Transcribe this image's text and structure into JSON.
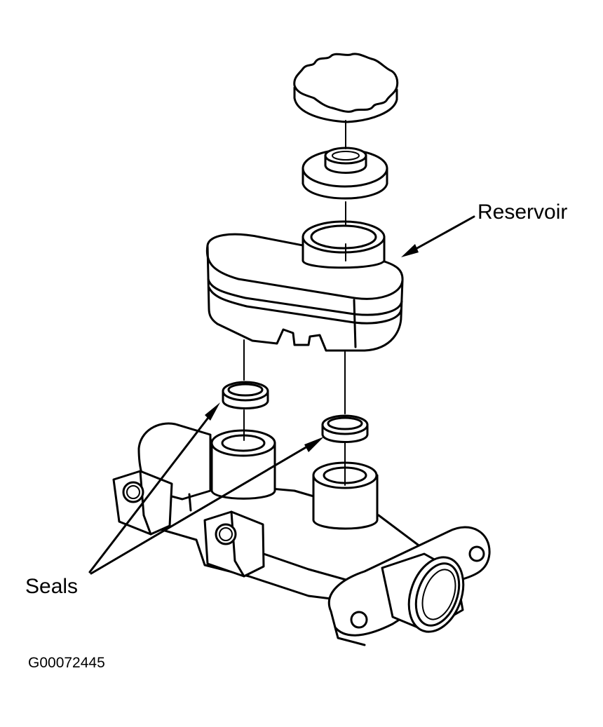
{
  "labels": {
    "reservoir": "Reservoir",
    "seals": "Seals",
    "figure_code": "G00072445"
  },
  "colors": {
    "line": "#000000",
    "background": "#ffffff"
  }
}
